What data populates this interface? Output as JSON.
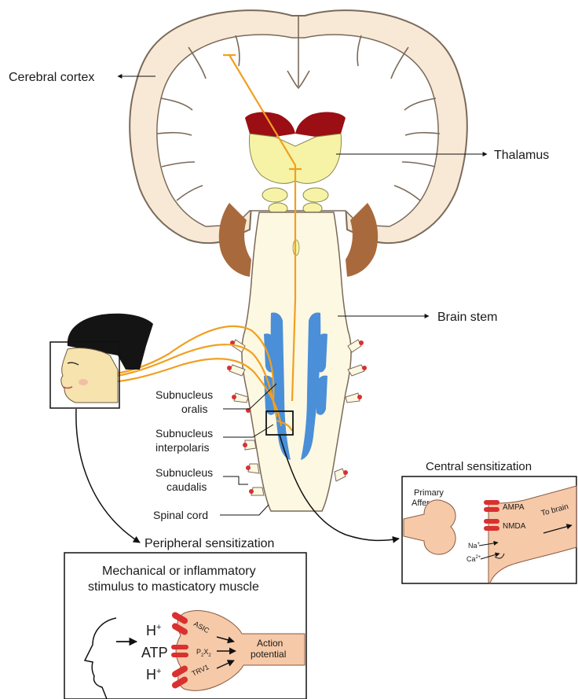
{
  "labels": {
    "cerebral_cortex": "Cerebral cortex",
    "thalamus": "Thalamus",
    "brain_stem": "Brain stem",
    "subnucleus_oralis_1": "Subnucleus",
    "subnucleus_oralis_2": "oralis",
    "subnucleus_interpolaris_1": "Subnucleus",
    "subnucleus_interpolaris_2": "interpolaris",
    "subnucleus_caudalis_1": "Subnucleus",
    "subnucleus_caudalis_2": "caudalis",
    "spinal_cord": "Spinal cord"
  },
  "central": {
    "title": "Central sensitization",
    "primary_afferent_1": "Primary",
    "primary_afferent_2": "Afferent",
    "ampa": "AMPA",
    "nmda": "NMDA",
    "to_brain": "To brain",
    "na_base": "Na",
    "na_sup": "+",
    "ca_base": "Ca",
    "ca_sup": "2+"
  },
  "peripheral": {
    "title": "Peripheral sensitization",
    "stimulus_1": "Mechanical or inflammatory",
    "stimulus_2": "stimulus to masticatory muscle",
    "h1_base": "H",
    "h1_sup": "+",
    "atp": "ATP",
    "h2_base": "H",
    "h2_sup": "+",
    "asic": "ASIC",
    "p2x_base": "P",
    "p2x_sub1": "2",
    "p2x_mid": "X",
    "p2x_sub2": "2",
    "trv1": "TRV1",
    "action_1": "Action",
    "action_2": "potential"
  },
  "colors": {
    "cortex": "#f8e9d6",
    "thalamus": "#f6f3a6",
    "red_nucleus": "#9b0e14",
    "putamen": "#a86a3c",
    "brainstem": "#fdf8e2",
    "nucleus_blue": "#4a8fd8",
    "nerve": "#f0a020",
    "receptor_red": "#d93030",
    "skin_peach": "#f6c9a8"
  }
}
